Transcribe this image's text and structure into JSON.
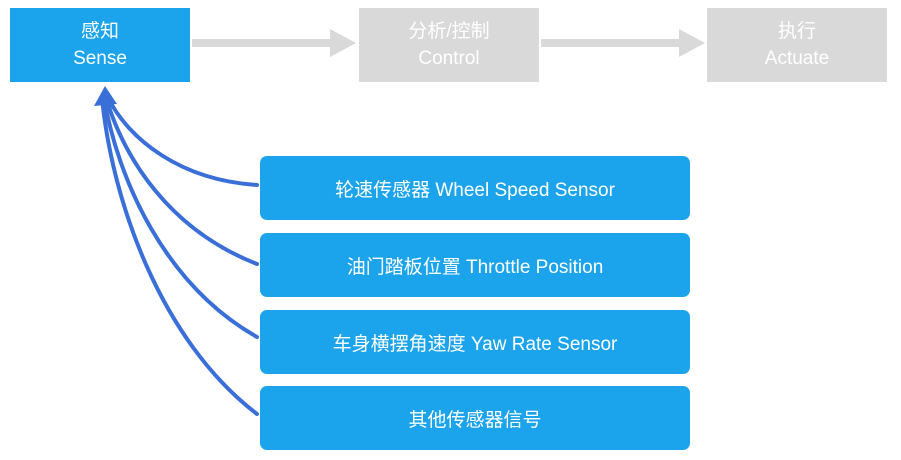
{
  "colors": {
    "active_stage": "#1ba4ec",
    "inactive_stage": "#d9d9d9",
    "sensor_box": "#1ba4ec",
    "flow_arrow": "#d9d9d9",
    "input_arrow": "#3a6fd8"
  },
  "stages": [
    {
      "zh": "感知",
      "en": "Sense",
      "active": true
    },
    {
      "zh": "分析/控制",
      "en": "Control",
      "active": false
    },
    {
      "zh": "执行",
      "en": "Actuate",
      "active": false
    }
  ],
  "sensors": [
    {
      "label": "轮速传感器 Wheel Speed Sensor"
    },
    {
      "label": "油门踏板位置 Throttle Position"
    },
    {
      "label": "车身横摆角速度 Yaw Rate Sensor"
    },
    {
      "label": "其他传感器信号"
    }
  ]
}
